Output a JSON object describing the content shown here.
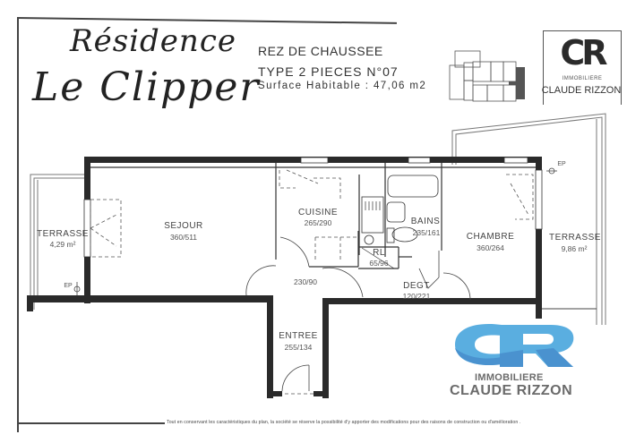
{
  "header": {
    "title_line1": "Résidence",
    "title_line2": "Le Clipper",
    "floor": "REZ DE CHAUSSEE",
    "apartment_type": "TYPE 2 PIECES N°07",
    "surface": "Surface Habitable : 47,06 m2"
  },
  "logo_small": {
    "monogram": "CR",
    "subtitle": "IMMOBILIERE",
    "name": "CLAUDE RIZZON"
  },
  "logo_large": {
    "monogram": "CR",
    "subtitle": "IMMOBILIERE",
    "name": "CLAUDE RIZZON",
    "color_primary": "#5aaee0",
    "color_secondary": "#4a92cf",
    "text_color": "#6b6b6b"
  },
  "rooms": {
    "terrasse_left": {
      "label": "TERRASSE",
      "dim": "4,29 m²"
    },
    "sejour": {
      "label": "SEJOUR",
      "dim": "360/511"
    },
    "cuisine": {
      "label": "CUISINE",
      "dim": "265/290"
    },
    "bains": {
      "label": "BAINS",
      "dim": "235/161"
    },
    "wc": {
      "label": "RL",
      "dim": "65/96"
    },
    "chambre": {
      "label": "CHAMBRE",
      "dim": "360/264"
    },
    "terrasse_right": {
      "label": "TERRASSE",
      "dim": "9,86 m²"
    },
    "hall": {
      "dim": "230/90"
    },
    "degt": {
      "label": "DEGT",
      "dim": "120/221"
    },
    "entree": {
      "label": "ENTREE",
      "dim": "255/134"
    }
  },
  "annotations": {
    "ep_left": "EP",
    "ep_right": "EP"
  },
  "footer": {
    "disclaimer": "Tout en conservant les caractéristiques du plan, la société se réserve la possibilité d'y apporter des modifications pour des raisons de construction ou d'amélioration ."
  }
}
